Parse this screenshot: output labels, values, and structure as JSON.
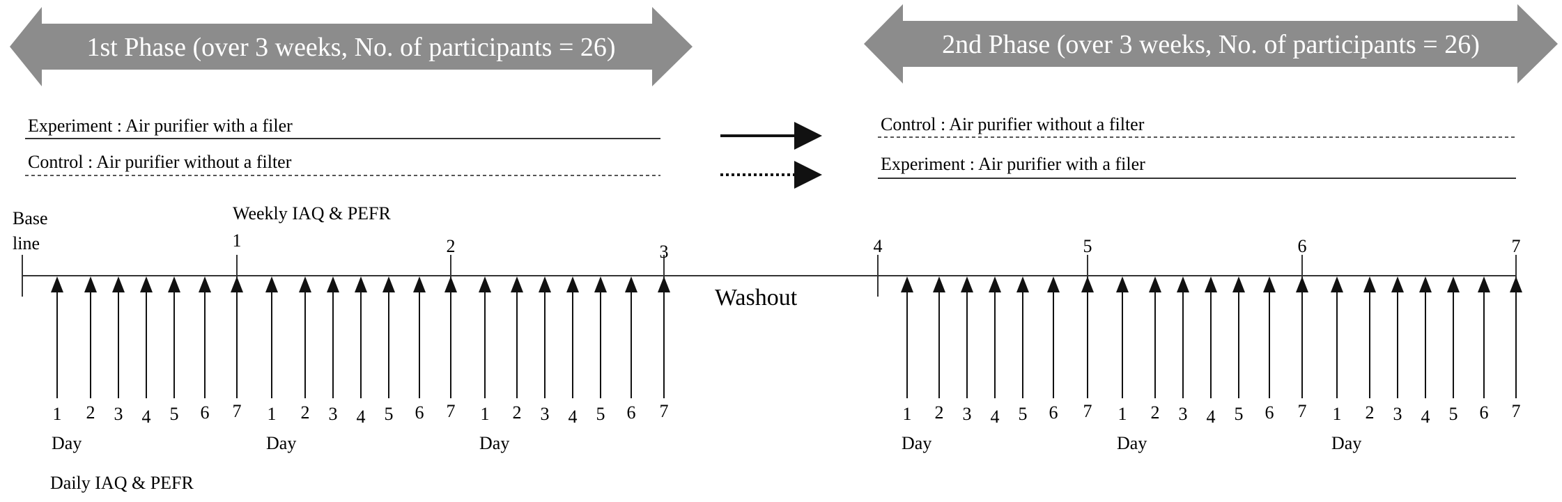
{
  "phase1": {
    "label": "1st Phase (over 3 weeks, No. of participants = 26)"
  },
  "phase2": {
    "label": "2nd Phase (over 3 weeks, No. of participants = 26)"
  },
  "legend_left": {
    "experiment": "Experiment : Air purifier with a filer",
    "control": "Control : Air purifier without a filter"
  },
  "legend_right": {
    "control": "Control : Air purifier without a filter",
    "experiment": "Experiment : Air purifier with a filer"
  },
  "timeline": {
    "baseline": [
      "Base",
      "line"
    ],
    "weekly_label": "Weekly IAQ & PEFR",
    "week_marks": [
      "1",
      "2",
      "3",
      "4",
      "5",
      "6",
      "7"
    ],
    "washout": "Washout",
    "day_word": "Day",
    "day_numbers": [
      "1",
      "2",
      "3",
      "4",
      "5",
      "6",
      "7"
    ],
    "daily_label": "Daily IAQ & PEFR"
  },
  "colors": {
    "banner": "#8c8c8c",
    "banner_text": "#ffffff",
    "line": "#222222"
  }
}
